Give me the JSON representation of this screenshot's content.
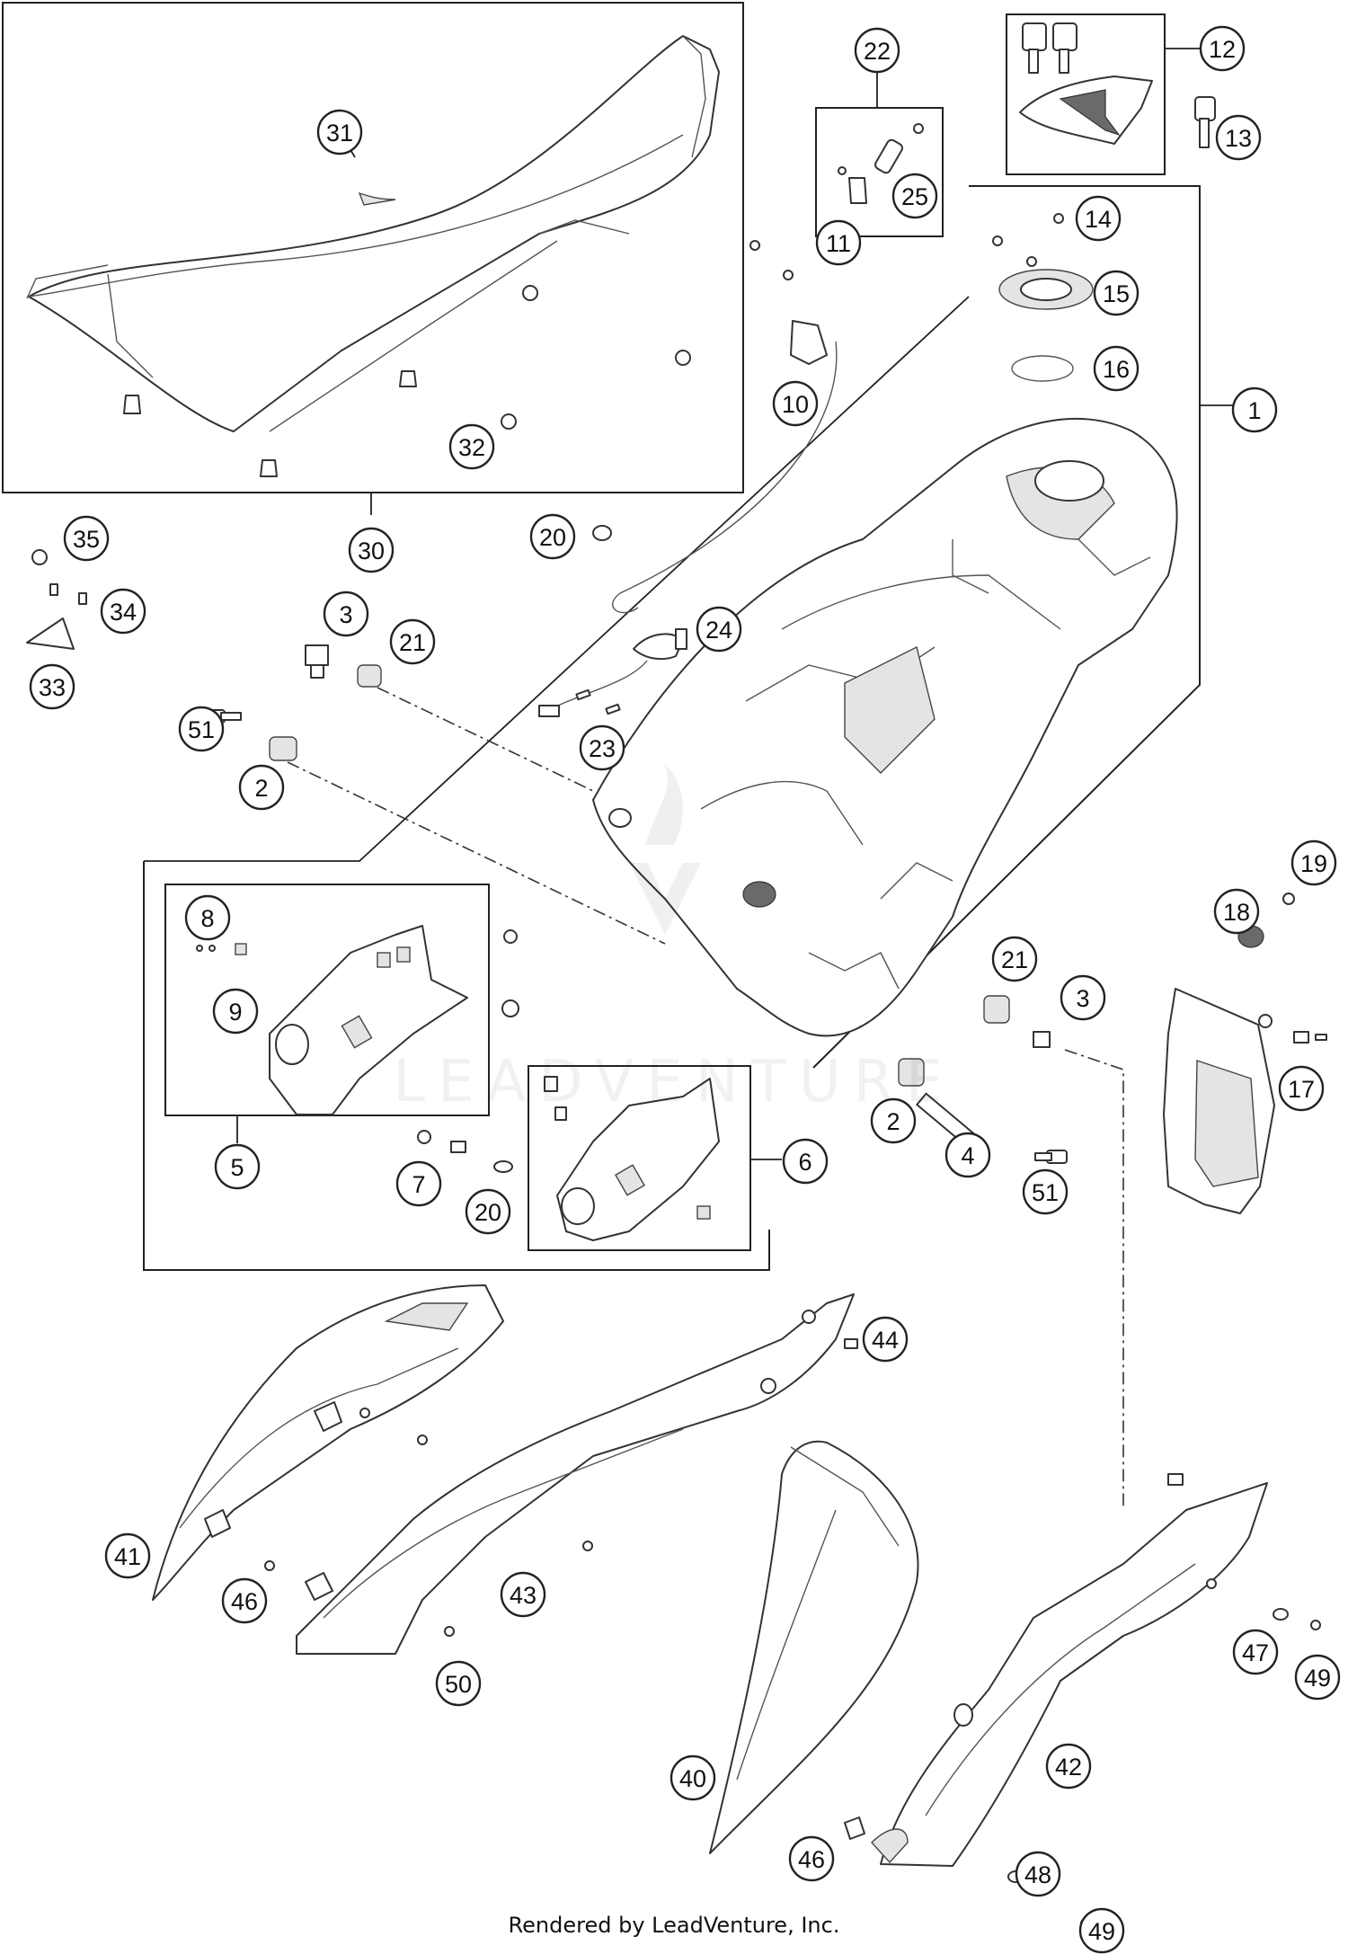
{
  "footer": "Rendered by LeadVenture, Inc.",
  "watermark": "LEADVENTURE",
  "callouts": [
    {
      "key": "31",
      "label": "31"
    },
    {
      "key": "30",
      "label": "30"
    },
    {
      "key": "32",
      "label": "32"
    },
    {
      "key": "22",
      "label": "22"
    },
    {
      "key": "25",
      "label": "25"
    },
    {
      "key": "12",
      "label": "12"
    },
    {
      "key": "13",
      "label": "13"
    },
    {
      "key": "14",
      "label": "14"
    },
    {
      "key": "15",
      "label": "15"
    },
    {
      "key": "16",
      "label": "16"
    },
    {
      "key": "1",
      "label": "1"
    },
    {
      "key": "11",
      "label": "11"
    },
    {
      "key": "10",
      "label": "10"
    },
    {
      "key": "20a",
      "label": "20"
    },
    {
      "key": "35",
      "label": "35"
    },
    {
      "key": "34",
      "label": "34"
    },
    {
      "key": "33",
      "label": "33"
    },
    {
      "key": "3a",
      "label": "3"
    },
    {
      "key": "21a",
      "label": "21"
    },
    {
      "key": "24",
      "label": "24"
    },
    {
      "key": "23",
      "label": "23"
    },
    {
      "key": "51a",
      "label": "51"
    },
    {
      "key": "2a",
      "label": "2"
    },
    {
      "key": "8",
      "label": "8"
    },
    {
      "key": "9",
      "label": "9"
    },
    {
      "key": "5",
      "label": "5"
    },
    {
      "key": "7",
      "label": "7"
    },
    {
      "key": "20b",
      "label": "20"
    },
    {
      "key": "6",
      "label": "6"
    },
    {
      "key": "19",
      "label": "19"
    },
    {
      "key": "18",
      "label": "18"
    },
    {
      "key": "17",
      "label": "17"
    },
    {
      "key": "21b",
      "label": "21"
    },
    {
      "key": "3b",
      "label": "3"
    },
    {
      "key": "2b",
      "label": "2"
    },
    {
      "key": "4",
      "label": "4"
    },
    {
      "key": "51b",
      "label": "51"
    },
    {
      "key": "44",
      "label": "44"
    },
    {
      "key": "41",
      "label": "41"
    },
    {
      "key": "46a",
      "label": "46"
    },
    {
      "key": "43",
      "label": "43"
    },
    {
      "key": "50",
      "label": "50"
    },
    {
      "key": "40",
      "label": "40"
    },
    {
      "key": "42",
      "label": "42"
    },
    {
      "key": "47",
      "label": "47"
    },
    {
      "key": "49a",
      "label": "49"
    },
    {
      "key": "46b",
      "label": "46"
    },
    {
      "key": "48",
      "label": "48"
    },
    {
      "key": "49b",
      "label": "49"
    }
  ]
}
